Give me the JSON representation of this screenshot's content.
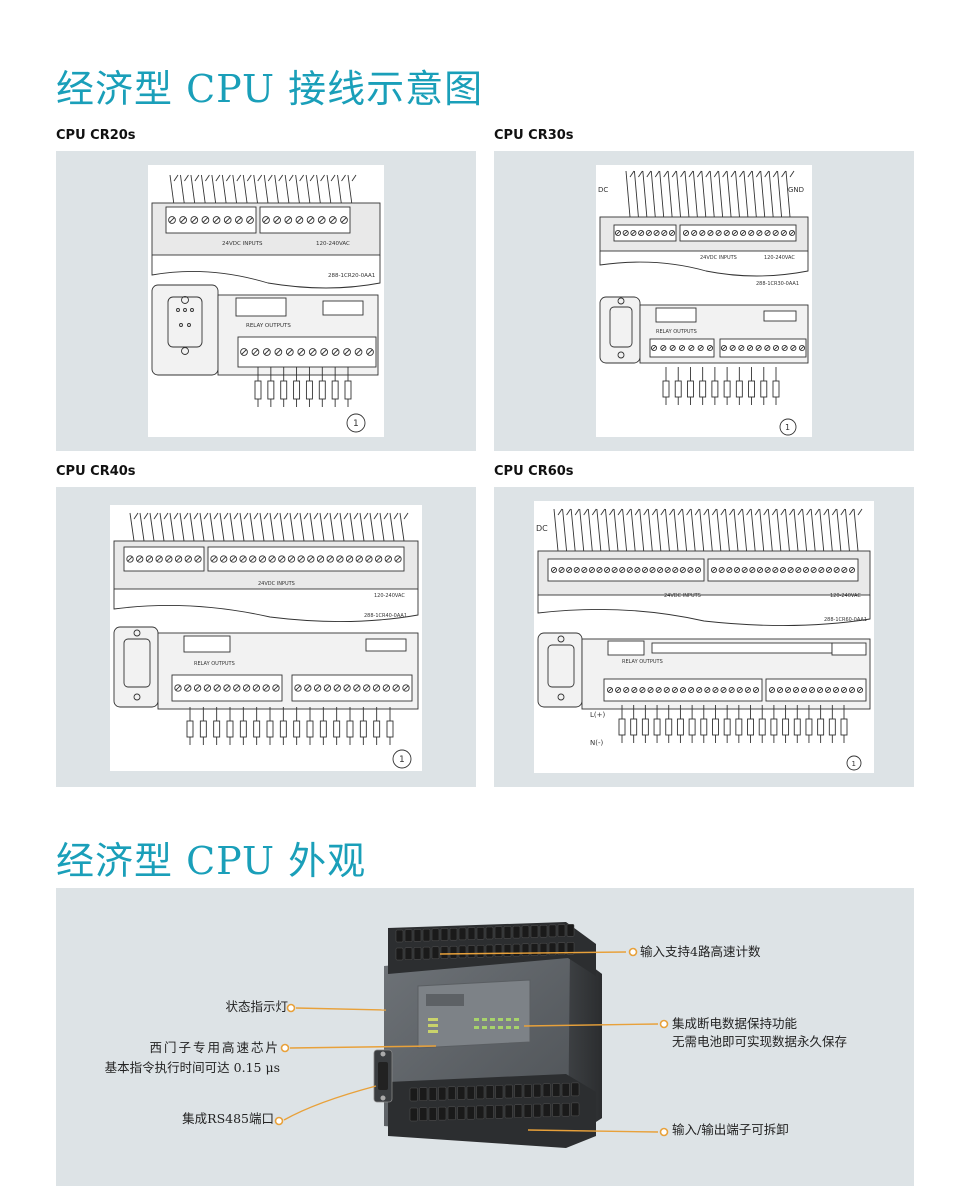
{
  "wiring_section": {
    "title": "经济型 CPU 接线示意图",
    "panels": [
      {
        "label": "CPU CR20s",
        "model_code": "288-1CR20-0AA1",
        "input_label": "24VDC INPUTS",
        "output_label": "RELAY OUTPUTS",
        "power_label": "120-240VAC",
        "note_marker": "1"
      },
      {
        "label": "CPU CR30s",
        "model_code": "288-1CR30-0AA1",
        "input_label": "24VDC INPUTS",
        "output_label": "RELAY OUTPUTS",
        "power_label": "120-240VAC",
        "note_marker": "1"
      },
      {
        "label": "CPU CR40s",
        "model_code": "288-1CR40-0AA1",
        "input_label": "24VDC INPUTS",
        "output_label": "RELAY OUTPUTS",
        "power_label": "120-240VAC",
        "note_marker": "1"
      },
      {
        "label": "CPU CR60s",
        "model_code": "288-1CR60-0AA1",
        "input_label": "24VDC INPUTS",
        "output_label": "RELAY OUTPUTS",
        "power_label": "120-240VAC",
        "note_marker": "1"
      }
    ]
  },
  "appearance_section": {
    "title": "经济型 CPU 外观",
    "callouts": {
      "input_counters": "输入支持4路高速计数",
      "status_led": "状态指示灯",
      "retentive": "集成断电数据保持功能",
      "retentive_sub": "无需电池即可实现数据永久保存",
      "chip": "西门子专用高速芯片",
      "chip_sub": "基本指令执行时间可达 0.15 μs",
      "rs485": "集成RS485端口",
      "terminals": "输入/输出端子可拆卸"
    },
    "accent_color": "#e8a13a"
  },
  "colors": {
    "title": "#1a9fb9",
    "panel_bg": "#dde3e6"
  }
}
